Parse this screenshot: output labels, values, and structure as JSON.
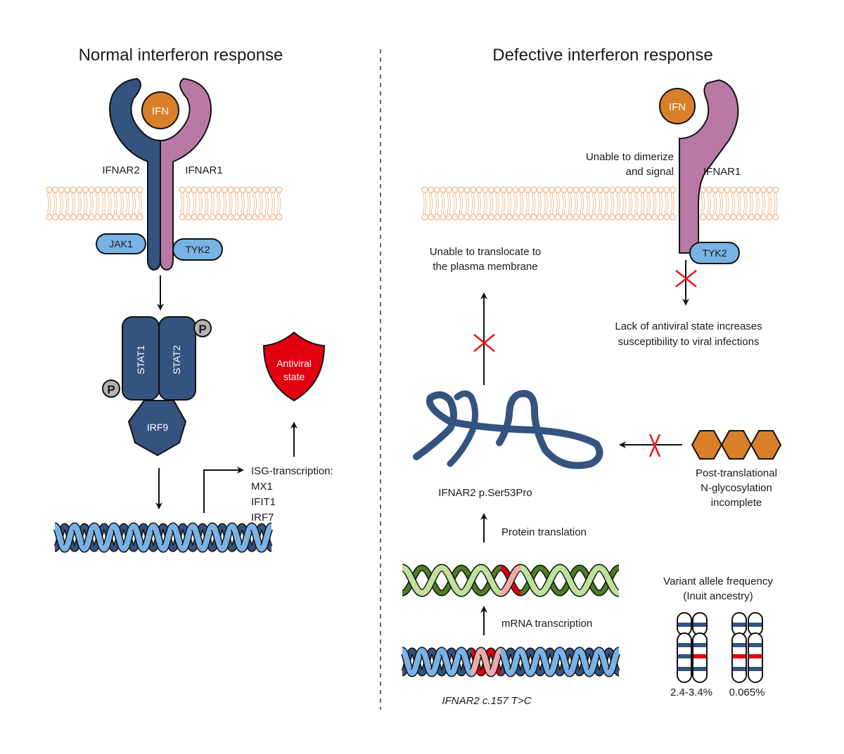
{
  "colors": {
    "ifnar2": "#34537f",
    "ifnar1": "#b87aa5",
    "ifn": "#d97f2a",
    "kinase": "#79b2e4",
    "membrane": "#f0b585",
    "stat": "#34537f",
    "phospho": "#b3b3b3",
    "shield": "#e1000f",
    "block": "#e31a1c",
    "dna_dark": "#34537f",
    "dna_light": "#79b2e4",
    "dna_mut_dark": "#e1000f",
    "dna_mut_light": "#f0a8aa",
    "mrna_dark": "#4e7d24",
    "mrna_light": "#bfe29a",
    "glycan": "#d97f2a"
  },
  "left_panel": {
    "title": "Normal interferon response",
    "ifn_label": "IFN",
    "ifnar2_label": "IFNAR2",
    "ifnar1_label": "IFNAR1",
    "jak1_label": "JAK1",
    "tyk2_label": "TYK2",
    "stat1_label": "STAT1",
    "stat2_label": "STAT2",
    "phospho_label": "P",
    "irf9_label": "IRF9",
    "shield_line1": "Antiviral",
    "shield_line2": "state",
    "isg_lines": [
      "ISG-transcription:",
      "MX1",
      "IFIT1",
      "IRF7"
    ]
  },
  "right_panel": {
    "title": "Defective interferon response",
    "ifn_label": "IFN",
    "ifnar1_label": "IFNAR1",
    "tyk2_label": "TYK2",
    "dimerize_line1": "Unable to dimerize",
    "dimerize_line2": "and signal",
    "translocate_line1": "Unable to translocate to",
    "translocate_line2": "the plasma membrane",
    "lack_line1": "Lack of antiviral state increases",
    "lack_line2": "susceptibility to viral infections",
    "protein_label": "IFNAR2 p.Ser53Pro",
    "glyco_line1": "Post-translational",
    "glyco_line2": "N-glycosylation",
    "glyco_line3": "incomplete",
    "translation_label": "Protein translation",
    "transcription_label": "mRNA transcription",
    "variant_label": "IFNAR2 c.157 T>C",
    "vaf_line1": "Variant allele frequency",
    "vaf_line2": "(Inuit ancestry)",
    "vaf_heterozygous": "2.4-3.4%",
    "vaf_homozygous": "0.065%"
  }
}
